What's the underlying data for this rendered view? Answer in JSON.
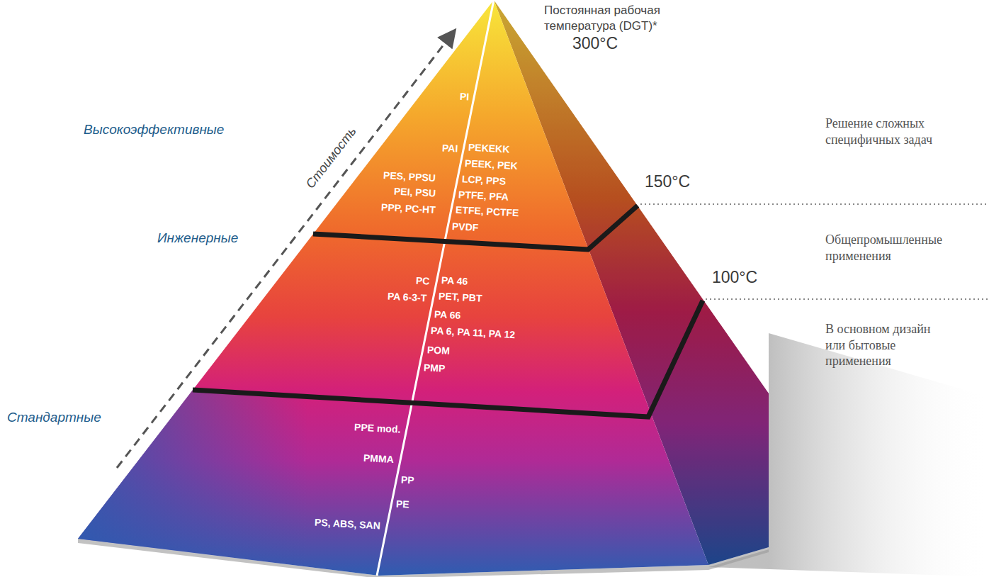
{
  "diagram": {
    "title": "Постоянная рабочая температура (DGT)*",
    "nodes": [
      {
        "text": [
          "Высокоэффективные",
          "PI",
          "PAI",
          "PES, PPSU",
          "PEI, PSU",
          "PPP, PC-HT",
          "PEKEKK",
          "PEEK, PEK",
          "LCP, PPS",
          "PTFE, PFA",
          "ETFE, PCTFE",
          "PVDF"
        ]
      },
      {
        "text": [
          "Инженерные",
          "PC",
          "PA 6-3-T",
          "PA 46",
          "PET, PBT",
          "PA 66",
          "PA 6, PA 11, PA 12",
          "POM",
          "PMP"
        ]
      },
      {
        "text": [
          "Стандартные",
          "PPE mod.",
          "PMMA",
          "PS, ABS, SAN",
          "PP",
          "PE"
        ]
      }
    ],
    "labels": [
      "Стоимость",
      "300°C",
      "150°C",
      "100°C",
      "Решение сложных специфичных задач",
      "Общепромышленные применения",
      "В основном дизайн или бытовые применения"
    ]
  }
}
